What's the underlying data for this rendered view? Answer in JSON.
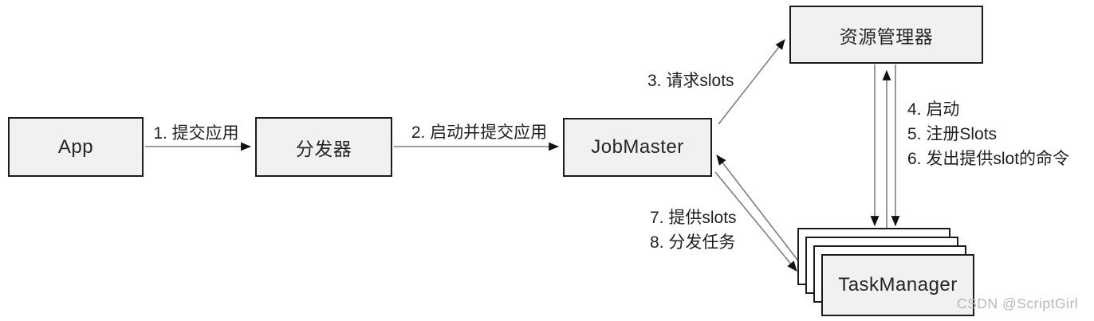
{
  "diagram": {
    "title_implicit": "Flink job submission and slot allocation flow",
    "nodes": {
      "app": "App",
      "dispatcher": "分发器",
      "job_master": "JobMaster",
      "resource_manager": "资源管理器",
      "task_manager": "TaskManager"
    },
    "steps": {
      "s1": "1. 提交应用",
      "s2": "2. 启动并提交应用",
      "s3": "3. 请求slots",
      "s4": "4. 启动",
      "s5": "5. 注册Slots",
      "s6": "6. 发出提供slot的命令",
      "s7": "7. 提供slots",
      "s8": "8. 分发任务"
    },
    "edges": [
      {
        "from": "app",
        "to": "dispatcher",
        "label": "1. 提交应用",
        "direction": "right"
      },
      {
        "from": "dispatcher",
        "to": "job_master",
        "label": "2. 启动并提交应用",
        "direction": "right"
      },
      {
        "from": "job_master",
        "to": "resource_manager",
        "label": "3. 请求slots",
        "direction": "up-right"
      },
      {
        "from": "resource_manager",
        "to": "task_manager",
        "label": "4. 启动",
        "direction": "down"
      },
      {
        "from": "task_manager",
        "to": "resource_manager",
        "label": "5. 注册Slots",
        "direction": "up"
      },
      {
        "from": "resource_manager",
        "to": "task_manager",
        "label": "6. 发出提供slot的命令",
        "direction": "down"
      },
      {
        "from": "task_manager",
        "to": "job_master",
        "label": "7. 提供slots",
        "direction": "up-left"
      },
      {
        "from": "job_master",
        "to": "task_manager",
        "label": "8. 分发任务",
        "direction": "down-right"
      }
    ],
    "task_manager_stack_count": 4
  },
  "colors": {
    "background": "#ffffff",
    "node_fill": "#f1f1f1",
    "stack_back_fill": "#ffffff",
    "node_border": "#1c1c1c",
    "line": "#7f7f7f",
    "arrowhead": "#111111",
    "text": "#1f1f1f",
    "watermark": "#b8b8b8"
  },
  "watermark": "CSDN @ScriptGirl"
}
